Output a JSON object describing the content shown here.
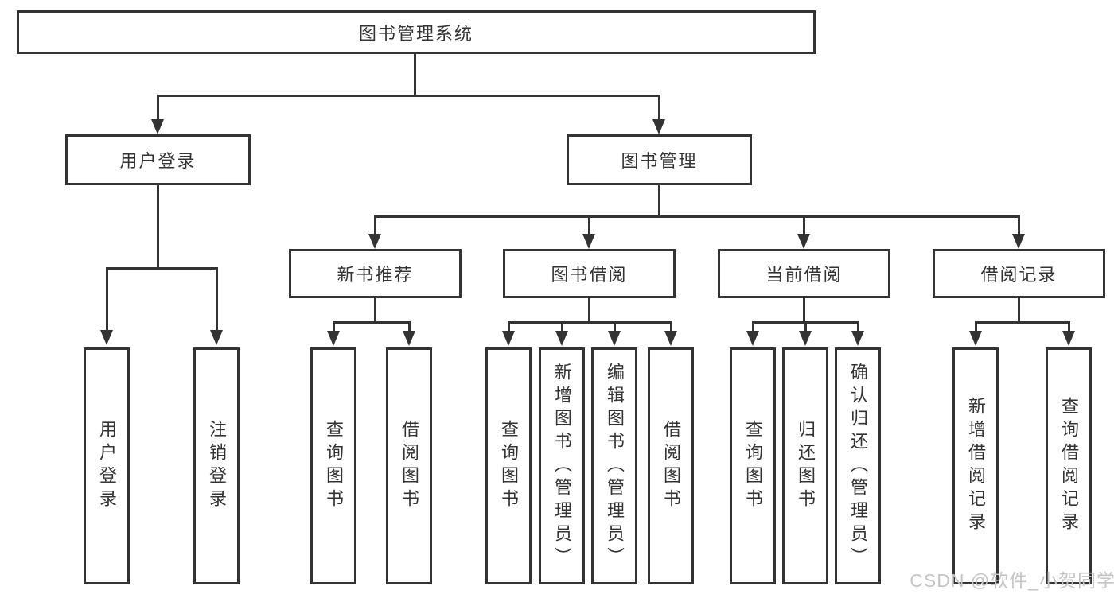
{
  "colors": {
    "background": "#ffffff",
    "line": "#333333",
    "box_border": "#333333",
    "text": "#333333",
    "watermark": "#c5c5c5"
  },
  "watermark": {
    "text": "CSDN @软件_小贺同学"
  },
  "tree": {
    "root": {
      "label": "图书管理系统"
    },
    "branches": [
      {
        "label": "用户登录",
        "children": [
          {
            "label": "用户登录"
          },
          {
            "label": "注销登录"
          }
        ]
      },
      {
        "label": "图书管理",
        "children": [
          {
            "label": "新书推荐",
            "children": [
              {
                "label": "查询图书"
              },
              {
                "label": "借阅图书"
              }
            ]
          },
          {
            "label": "图书借阅",
            "children": [
              {
                "label": "查询图书"
              },
              {
                "label": "新增图书（管理员）"
              },
              {
                "label": "编辑图书（管理员）"
              },
              {
                "label": "借阅图书"
              }
            ]
          },
          {
            "label": "当前借阅",
            "children": [
              {
                "label": "查询图书"
              },
              {
                "label": "归还图书"
              },
              {
                "label": "确认归还（管理员）"
              }
            ]
          },
          {
            "label": "借阅记录",
            "children": [
              {
                "label": "新增借阅记录"
              },
              {
                "label": "查询借阅记录"
              }
            ]
          }
        ]
      }
    ]
  }
}
